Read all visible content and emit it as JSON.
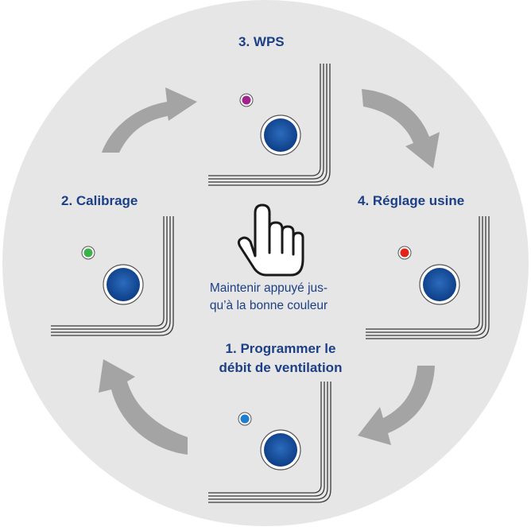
{
  "colors": {
    "background_disc": "#e6e6e6",
    "arrow": "#a4a4a4",
    "label_text": "#1c3f86",
    "hint_text": "#1c3f86",
    "panel_line": "#3a3a3a",
    "button_dark": "#0d3e86",
    "button_light": "#2c6bbd"
  },
  "modes": [
    {
      "id": "programmer",
      "label_line1": "1. Programmer le",
      "label_line2": "débit de ventilation",
      "led_color": "#1e7fd0",
      "led_name": "blue-led-icon"
    },
    {
      "id": "calibrage",
      "label": "2. Calibrage",
      "led_color": "#39b34a",
      "led_name": "green-led-icon"
    },
    {
      "id": "wps",
      "label": "3. WPS",
      "led_color": "#a3238e",
      "led_name": "purple-led-icon"
    },
    {
      "id": "reglage",
      "label": "4. Réglage usine",
      "led_color": "#e2231a",
      "led_name": "red-led-icon"
    }
  ],
  "instruction": {
    "line1": "Maintenir appuyé jus-",
    "line2": "qu’à la bonne couleur"
  },
  "icons": {
    "hand": "hand-press-icon",
    "arrow": "cycle-arrow-icon"
  }
}
